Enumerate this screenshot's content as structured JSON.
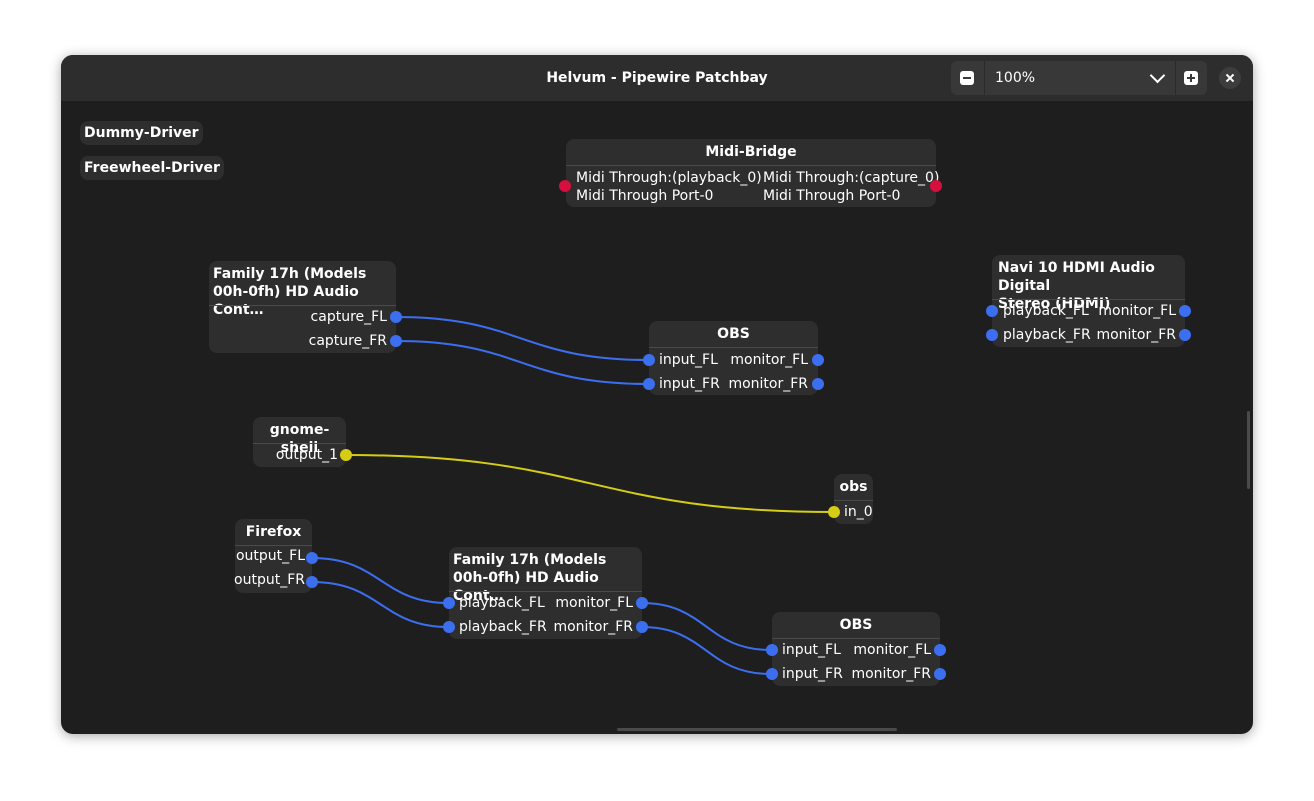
{
  "window": {
    "title": "Helvum - Pipewire Patchbay"
  },
  "zoom": {
    "value": "100%"
  },
  "colors": {
    "audio_port": "#3c6ff0",
    "midi_port": "#d60f3c",
    "video_port": "#d6cc16",
    "canvas": "#1e1e1e",
    "node": "#2e2e2e"
  },
  "icons": {
    "zoom_out": "minus-square-icon",
    "zoom_in": "plus-square-icon",
    "dropdown": "chevron-down-icon",
    "close": "close-icon"
  },
  "nodes": {
    "dummy_driver": {
      "title": "Dummy-Driver"
    },
    "freewheel_driver": {
      "title": "Freewheel-Driver"
    },
    "midi_bridge": {
      "title": "Midi-Bridge",
      "inputs": [
        "Midi Through:(playback_0)\nMidi Through Port-0"
      ],
      "outputs": [
        "Midi Through:(capture_0)\nMidi Through Port-0"
      ],
      "input_line1": "Midi Through:(playback_0)",
      "input_line2": "Midi Through Port-0",
      "output_line1": "Midi Through:(capture_0)",
      "output_line2": "Midi Through Port-0"
    },
    "family_capture": {
      "title_line1": "Family 17h (Models",
      "title_line2": "00h-0fh) HD Audio Cont…",
      "outputs": [
        "capture_FL",
        "capture_FR"
      ]
    },
    "obs_1": {
      "title": "OBS",
      "inputs": [
        "input_FL",
        "input_FR"
      ],
      "outputs": [
        "monitor_FL",
        "monitor_FR"
      ]
    },
    "navi_hdmi": {
      "title_line1": "Navi 10 HDMI Audio Digital",
      "title_line2": "Stereo (HDMI)",
      "inputs": [
        "playback_FL",
        "playback_FR"
      ],
      "outputs": [
        "monitor_FL",
        "monitor_FR"
      ]
    },
    "gnome_shell": {
      "title": "gnome-shell",
      "outputs": [
        "output_1"
      ]
    },
    "obs_video": {
      "title": "obs",
      "inputs": [
        "in_0"
      ]
    },
    "firefox": {
      "title": "Firefox",
      "outputs": [
        "output_FL",
        "output_FR"
      ]
    },
    "family_playback": {
      "title_line1": "Family 17h (Models",
      "title_line2": "00h-0fh) HD Audio Cont…",
      "inputs": [
        "playback_FL",
        "playback_FR"
      ],
      "outputs": [
        "monitor_FL",
        "monitor_FR"
      ]
    },
    "obs_2": {
      "title": "OBS",
      "inputs": [
        "input_FL",
        "input_FR"
      ],
      "outputs": [
        "monitor_FL",
        "monitor_FR"
      ]
    }
  },
  "links": [
    {
      "from": "family_capture.capture_FL",
      "to": "obs_1.input_FL",
      "type": "audio"
    },
    {
      "from": "family_capture.capture_FR",
      "to": "obs_1.input_FR",
      "type": "audio"
    },
    {
      "from": "gnome_shell.output_1",
      "to": "obs_video.in_0",
      "type": "video"
    },
    {
      "from": "firefox.output_FL",
      "to": "family_playback.playback_FL",
      "type": "audio"
    },
    {
      "from": "firefox.output_FR",
      "to": "family_playback.playback_FR",
      "type": "audio"
    },
    {
      "from": "family_playback.monitor_FL",
      "to": "obs_2.input_FL",
      "type": "audio"
    },
    {
      "from": "family_playback.monitor_FR",
      "to": "obs_2.input_FR",
      "type": "audio"
    }
  ]
}
